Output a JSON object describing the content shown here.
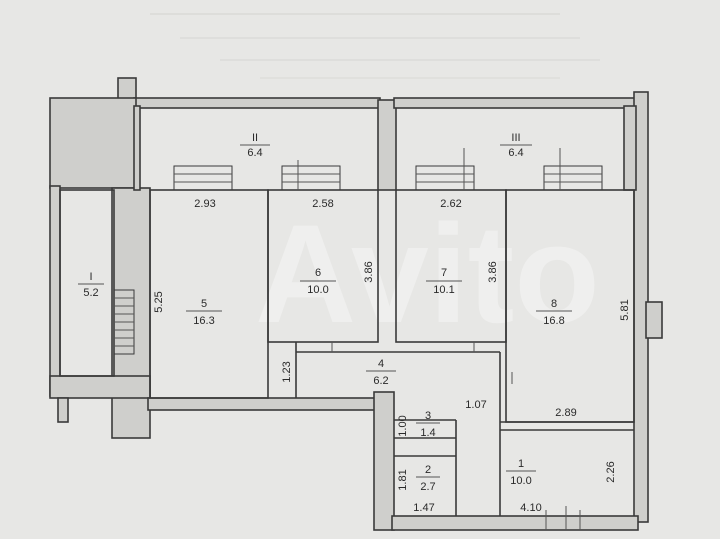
{
  "watermark": "Avito",
  "rooms": [
    {
      "id": "room-I",
      "num": "I",
      "area": "5.2"
    },
    {
      "id": "room-II",
      "num": "II",
      "area": "6.4"
    },
    {
      "id": "room-III",
      "num": "III",
      "area": "6.4"
    },
    {
      "id": "room-5",
      "num": "5",
      "area": "16.3"
    },
    {
      "id": "room-6",
      "num": "6",
      "area": "10.0"
    },
    {
      "id": "room-7",
      "num": "7",
      "area": "10.1"
    },
    {
      "id": "room-8",
      "num": "8",
      "area": "16.8"
    },
    {
      "id": "room-4",
      "num": "4",
      "area": "6.2"
    },
    {
      "id": "room-3",
      "num": "3",
      "area": "1.4"
    },
    {
      "id": "room-2",
      "num": "2",
      "area": "2.7"
    },
    {
      "id": "room-1",
      "num": "1",
      "area": "10.0"
    }
  ],
  "dimensions": {
    "d_2_93": "2.93",
    "d_2_58": "2.58",
    "d_2_62": "2.62",
    "d_5_25": "5.25",
    "d_3_86a": "3.86",
    "d_3_86b": "3.86",
    "d_5_81": "5.81",
    "d_1_23": "1.23",
    "d_1_07": "1.07",
    "d_2_89": "2.89",
    "d_1_00": "1.00",
    "d_1_81": "1.81",
    "d_2_26": "2.26",
    "d_1_47": "1.47",
    "d_4_10": "4.10"
  }
}
